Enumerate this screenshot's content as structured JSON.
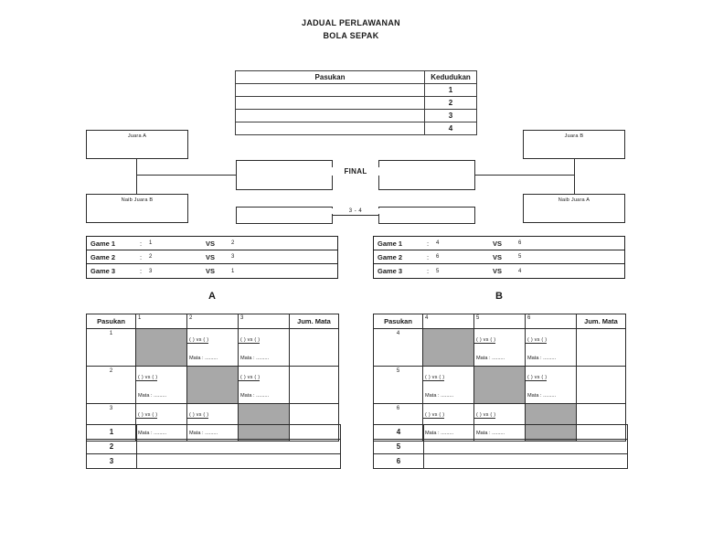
{
  "title": {
    "line1": "JADUAL PERLAWANAN",
    "line2": "BOLA SEPAK"
  },
  "standings": {
    "headers": {
      "team": "Pasukan",
      "rank": "Kedudukan"
    },
    "rows": [
      {
        "team": "",
        "rank": "1"
      },
      {
        "team": "",
        "rank": "2"
      },
      {
        "team": "",
        "rank": "3"
      },
      {
        "team": "",
        "rank": "4"
      }
    ]
  },
  "bracket": {
    "juara_a": "Juara A",
    "naib_juara_b": "Naib Juara B",
    "juara_b": "Juara B",
    "naib_juara_a": "Naib Juara A",
    "semi_left": "",
    "semi_right": "",
    "third_left": "",
    "third_right": "",
    "final_label": "FINAL",
    "third_place_label": "3  -  4"
  },
  "games": {
    "group_a": {
      "letter": "A",
      "rows": [
        {
          "name": "Game 1",
          "colon": ":",
          "home": "1",
          "vs": "VS",
          "away": "2"
        },
        {
          "name": "Game 2",
          "colon": ":",
          "home": "2",
          "vs": "VS",
          "away": "3"
        },
        {
          "name": "Game 3",
          "colon": ":",
          "home": "3",
          "vs": "VS",
          "away": "1"
        }
      ]
    },
    "group_b": {
      "letter": "B",
      "rows": [
        {
          "name": "Game 1",
          "colon": ":",
          "home": "4",
          "vs": "VS",
          "away": "6"
        },
        {
          "name": "Game 2",
          "colon": ":",
          "home": "6",
          "vs": "VS",
          "away": "5"
        },
        {
          "name": "Game 3",
          "colon": ":",
          "home": "5",
          "vs": "VS",
          "away": "4"
        }
      ]
    }
  },
  "matrix": {
    "cell_vs": "(      ) vs (      )",
    "cell_mata": "Mata : .........",
    "group_a": {
      "headers": {
        "team": "Pasukan",
        "cols": [
          "1",
          "2",
          "3"
        ],
        "total": "Jum. Mata"
      },
      "rows": [
        {
          "team": "1",
          "cells": [
            "shaded",
            "match",
            "match"
          ],
          "total": ""
        },
        {
          "team": "2",
          "cells": [
            "match",
            "shaded",
            "match"
          ],
          "total": ""
        },
        {
          "team": "3",
          "cells": [
            "match",
            "match",
            "shaded"
          ],
          "total": ""
        }
      ]
    },
    "group_b": {
      "headers": {
        "team": "Pasukan",
        "cols": [
          "4",
          "5",
          "6"
        ],
        "total": "Jum. Mata"
      },
      "rows": [
        {
          "team": "4",
          "cells": [
            "shaded",
            "match",
            "match"
          ],
          "total": ""
        },
        {
          "team": "5",
          "cells": [
            "match",
            "shaded",
            "match"
          ],
          "total": ""
        },
        {
          "team": "6",
          "cells": [
            "match",
            "match",
            "shaded"
          ],
          "total": ""
        }
      ]
    }
  },
  "rank_tables": {
    "group_a": [
      {
        "num": "1",
        "name": ""
      },
      {
        "num": "2",
        "name": ""
      },
      {
        "num": "3",
        "name": ""
      }
    ],
    "group_b": [
      {
        "num": "4",
        "name": ""
      },
      {
        "num": "5",
        "name": ""
      },
      {
        "num": "6",
        "name": ""
      }
    ]
  }
}
